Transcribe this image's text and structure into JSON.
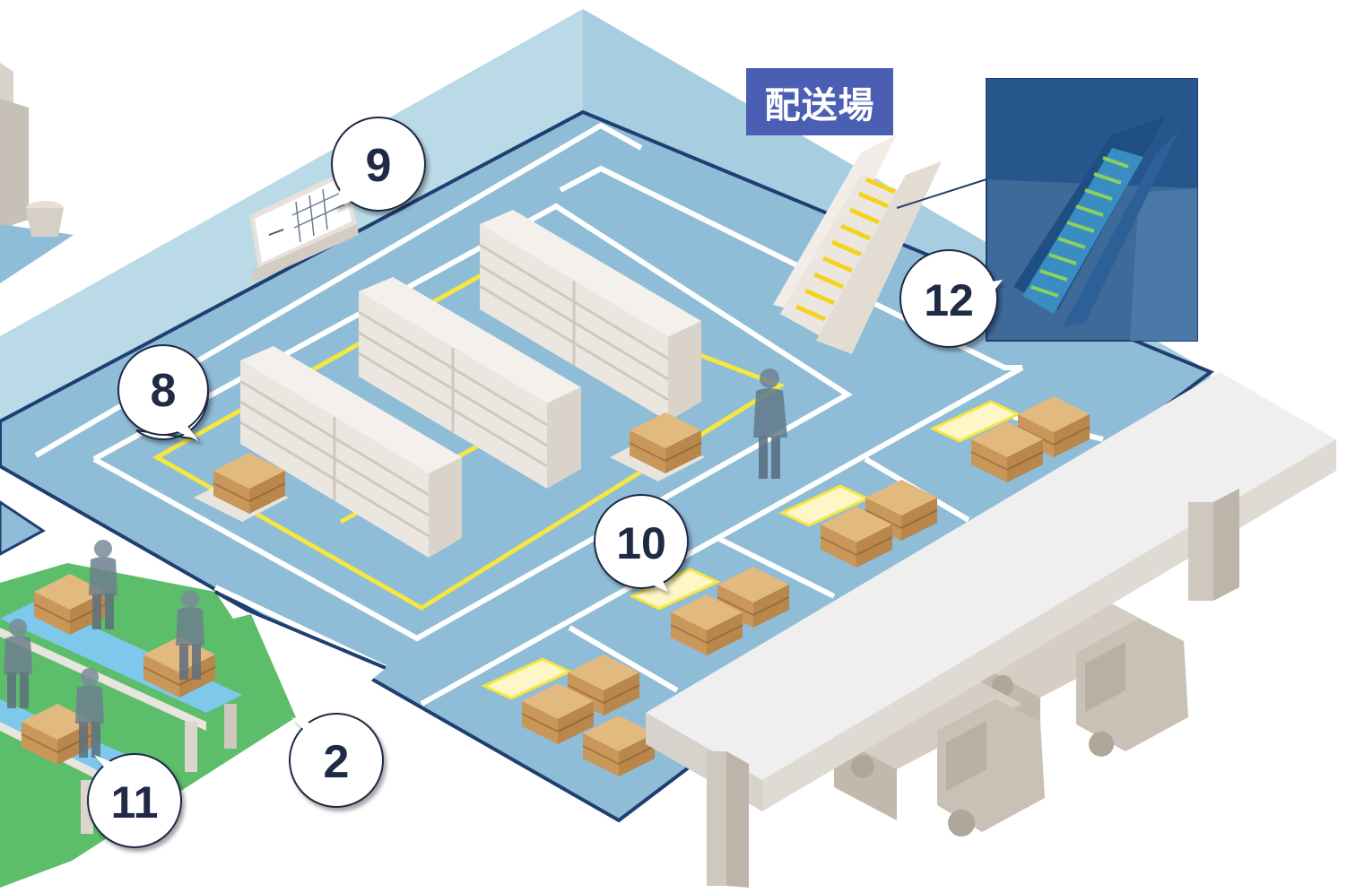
{
  "area_label": "配送場",
  "callouts": {
    "c2": "2",
    "c8": "8",
    "c9": "9",
    "c10": "10",
    "c11": "11",
    "c12": "12"
  },
  "colors": {
    "floor": "#8fbcd6",
    "wall": "#b9dae6",
    "floor_edge": "#1f3f73",
    "lane_line": "#ffffff",
    "zone_line": "#f5e642",
    "green_area": "#5cbd6a",
    "conveyor": "#7ec8ec",
    "box": "#d3a76a",
    "shelf": "#ebe6e0",
    "dock": "#efefef",
    "truck": "#c9c1b6",
    "inset_bg": "#3e6a9a",
    "label_bg": "#4a5fb3"
  },
  "icons": [
    "escalator-icon",
    "whiteboard-icon",
    "worker-icon",
    "truck-icon",
    "cardboard-box-icon",
    "trash-bin-icon"
  ]
}
